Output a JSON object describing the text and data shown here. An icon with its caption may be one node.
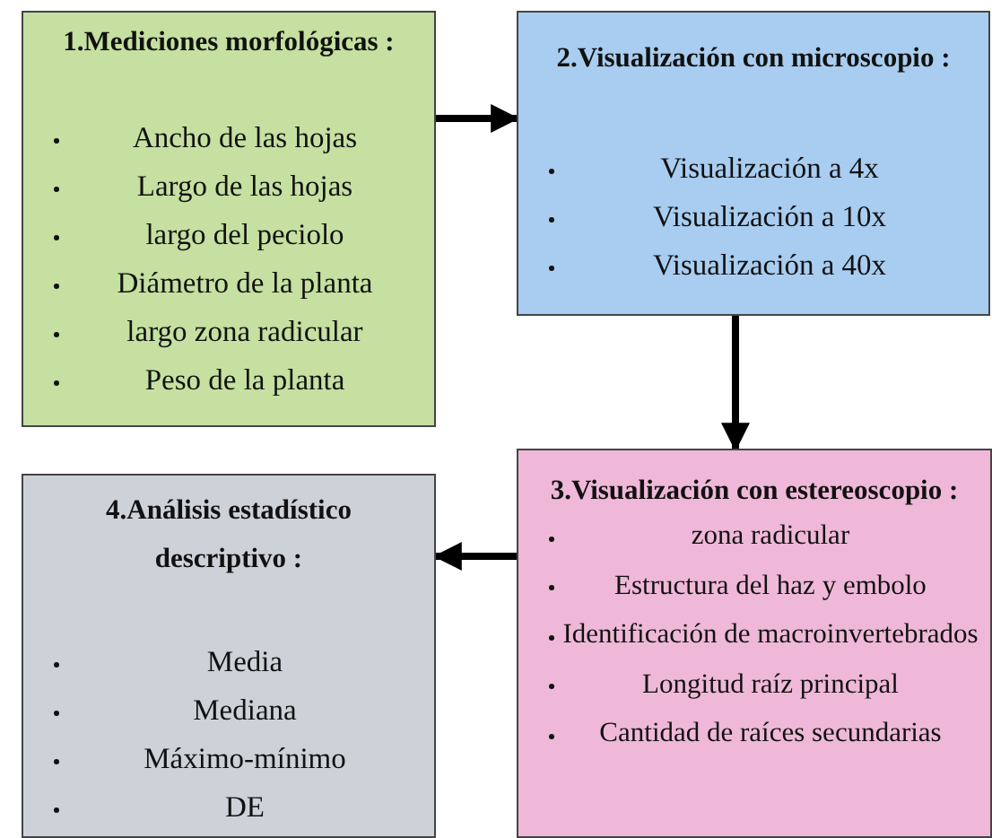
{
  "diagram": {
    "nodes": [
      {
        "text": [
          "1.Mediciones morfológicas :",
          "Ancho de las hojas",
          "Largo de las hojas",
          "largo del peciolo",
          "Diámetro de la planta",
          "largo zona radicular",
          "Peso de la planta"
        ]
      },
      {
        "text": [
          "2.Visualización con microscopio :",
          "Visualización a 4x",
          "Visualización a 10x",
          "Visualización a 40x"
        ]
      },
      {
        "text": [
          "3.Visualización con estereoscopio :",
          "zona radicular",
          "Estructura del haz y embolo",
          "Identificación de macroinvertebrados",
          "Longitud raíz principal",
          "Cantidad de raíces secundarias"
        ]
      },
      {
        "text": [
          "4.Análisis estadístico descriptivo :",
          "Media",
          "Mediana",
          "Máximo-mínimo",
          "DE"
        ]
      }
    ],
    "edges": [
      {
        "from": 0,
        "to": 1,
        "arrow": "to"
      },
      {
        "from": 1,
        "to": 2,
        "arrow": "to"
      },
      {
        "from": 2,
        "to": 3,
        "arrow": "to"
      }
    ]
  }
}
